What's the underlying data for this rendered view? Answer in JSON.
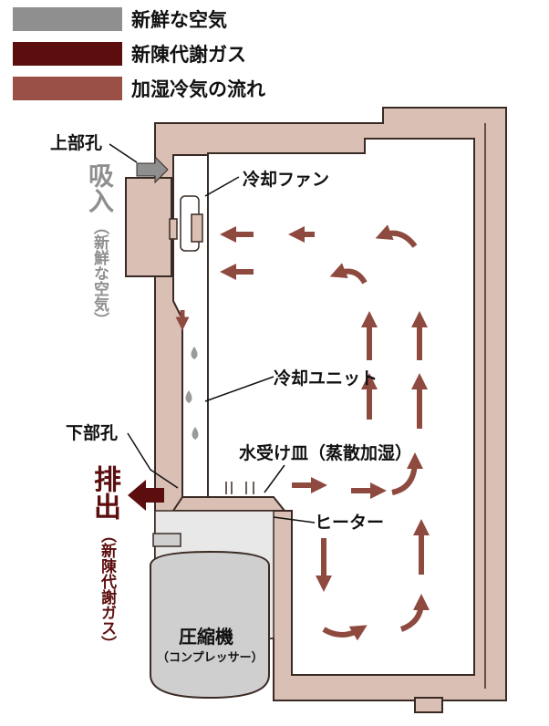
{
  "legend": [
    {
      "label": "新鮮な空気",
      "color": "#8f8f8f"
    },
    {
      "label": "新陳代謝ガス",
      "color": "#5c0e0e"
    },
    {
      "label": "加湿冷気の流れ",
      "color": "#9a5046"
    }
  ],
  "labels": {
    "upper_hole": "上部孔",
    "intake_main": "吸入",
    "intake_sub": "（新鮮な空気）",
    "cooling_fan": "冷却ファン",
    "cooling_unit": "冷却ユニット",
    "lower_hole": "下部孔",
    "drip_tray": "水受け皿（蒸散加湿）",
    "heater": "ヒーター",
    "exhaust_main": "排出",
    "exhaust_sub": "（新陳代謝ガス）",
    "compressor": "圧縮機",
    "compressor_sub": "（コンプレッサー）"
  },
  "colors": {
    "wall": "#d9bfb4",
    "outline": "#3a2a24",
    "fresh_air": "#8f8f8f",
    "metabolic_gas": "#5c0e0e",
    "airflow": "#8f4a40",
    "compressor": "#cfcfcf",
    "droplet": "#9a9a9a"
  }
}
